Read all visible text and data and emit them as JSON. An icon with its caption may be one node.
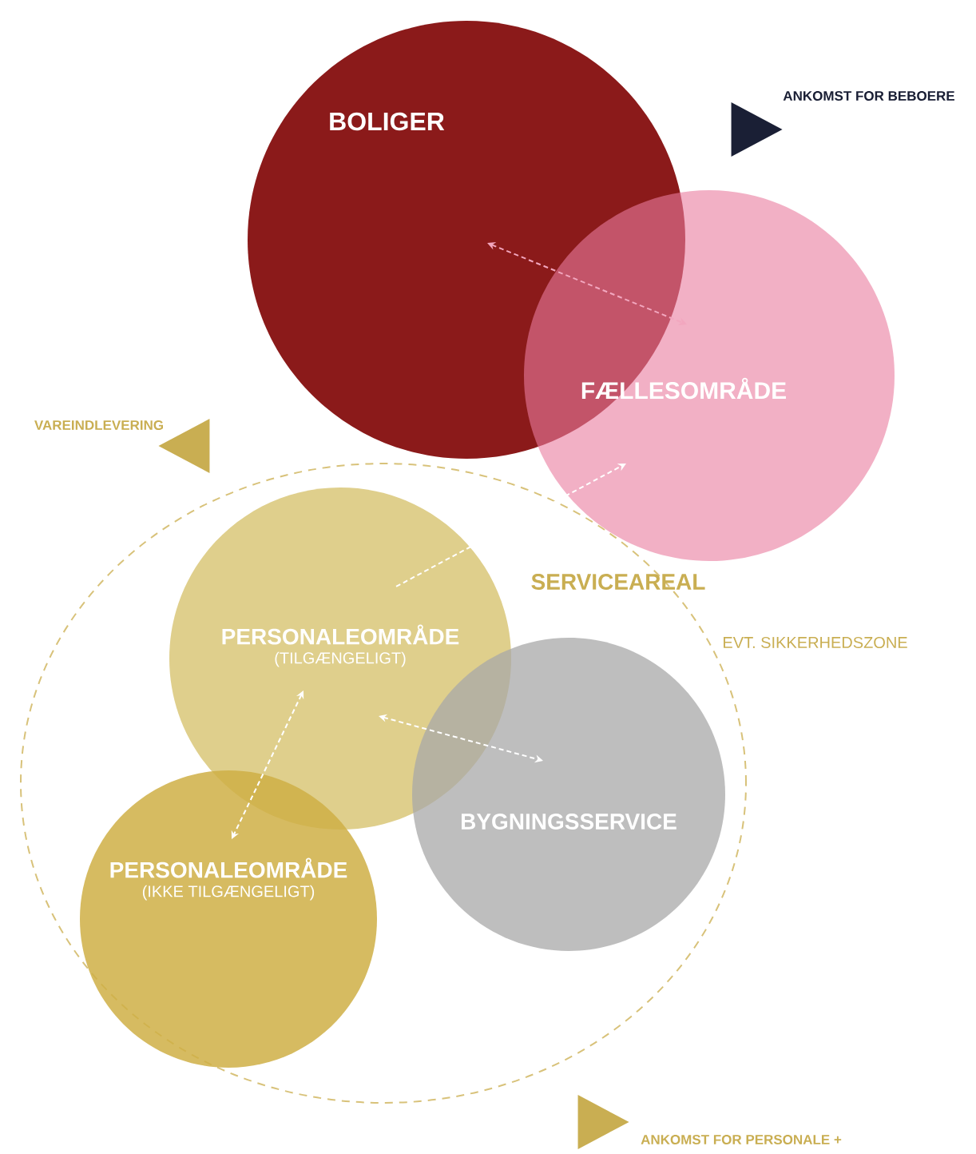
{
  "diagram": {
    "nodes": [
      {
        "text": [
          "BOLIGER"
        ]
      },
      {
        "text": [
          "FÆLLESOMRÅDE"
        ]
      },
      {
        "text": [
          "SERVICEAREAL"
        ]
      },
      {
        "text": [
          "PERSONALEOMRÅDE",
          "(TILGÆNGELIGT)"
        ],
        "in": 2
      },
      {
        "text": [
          "BYGNINGSSERVICE"
        ],
        "in": 2
      },
      {
        "text": [
          "PERSONALEOMRÅDE",
          "(IKKE TILGÆNGELIGT)"
        ],
        "in": 2
      },
      {
        "text": [
          "ANKOMST FOR BEBOERE"
        ]
      },
      {
        "text": [
          "VAREINDLEVERING"
        ]
      },
      {
        "text": [
          "ANKOMST FOR PERSONALE +"
        ]
      }
    ],
    "edges": [
      {
        "from": 0,
        "to": 1,
        "arrow": "both",
        "color": "#f2a7bf"
      },
      {
        "from": 3,
        "to": 1,
        "arrow": "to"
      },
      {
        "from": 3,
        "to": 4,
        "arrow": "both"
      },
      {
        "from": 3,
        "to": 5,
        "arrow": "both"
      }
    ],
    "labels": [
      "EVT. SIKKERHEDSZONE"
    ]
  }
}
